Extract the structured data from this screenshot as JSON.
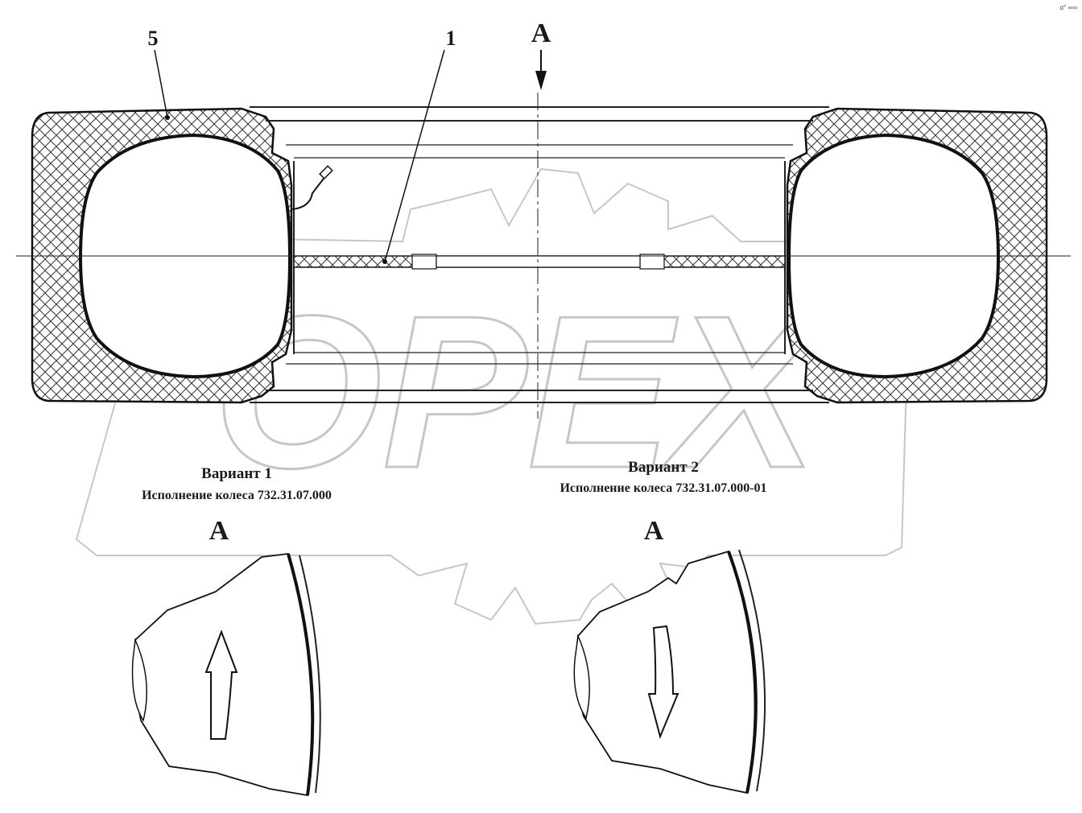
{
  "callouts": {
    "item_5": "5",
    "item_1": "1"
  },
  "section_marks": {
    "top": "A",
    "variant1": "A",
    "variant2": "A"
  },
  "variant1": {
    "title": "Вариант 1",
    "subtitle": "Исполнение колеса 732.31.07.000"
  },
  "variant2": {
    "title": "Вариант 2",
    "subtitle": "Исполнение колеса 732.31.07.000-01"
  },
  "watermark": {
    "text": "OPEX"
  },
  "corner_mark": "α° ∞∞",
  "colors": {
    "line": "#111111",
    "watermark": "#aaaaaa",
    "background": "#ffffff"
  }
}
